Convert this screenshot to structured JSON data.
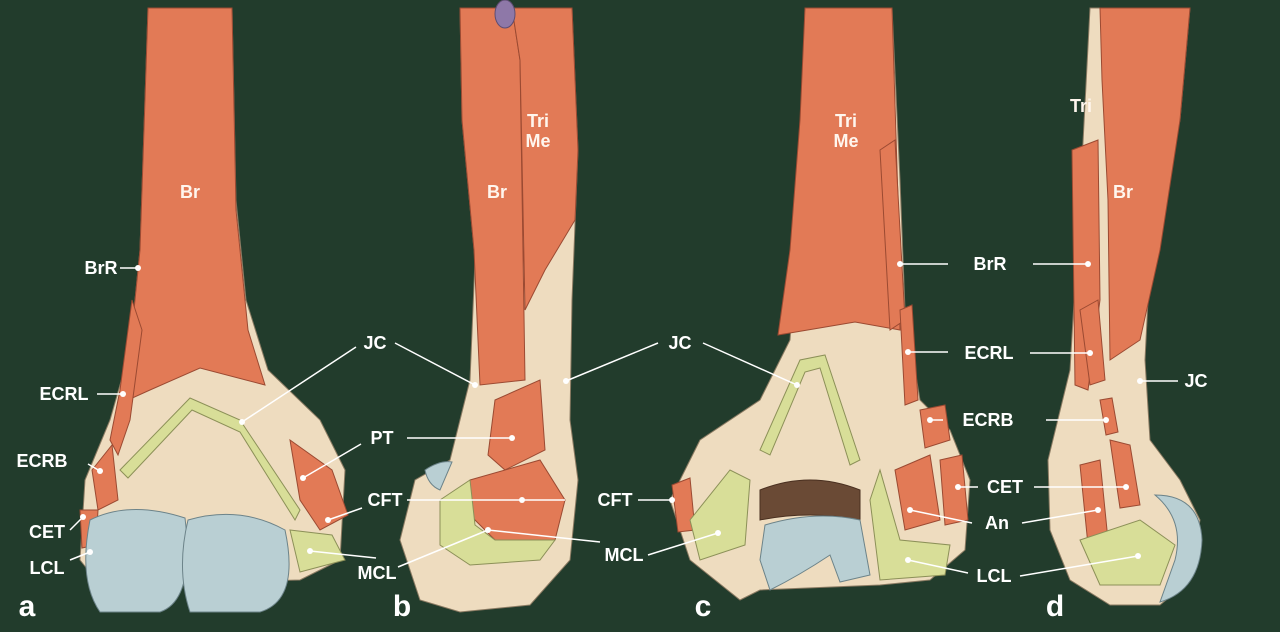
{
  "panels": [
    {
      "letter": "a",
      "labels": {
        "br": "Br",
        "brr": "BrR",
        "ecrl": "ECRL",
        "ecrb": "ECRB",
        "cet": "CET",
        "lcl": "LCL"
      }
    },
    {
      "letter": "b",
      "labels": {
        "tri": "Tri",
        "me": "Me",
        "br": "Br",
        "jc": "JC",
        "pt": "PT",
        "cft": "CFT",
        "mcl": "MCL"
      }
    },
    {
      "letter": "c",
      "labels": {
        "tri": "Tri",
        "me": "Me",
        "jc": "JC",
        "brr": "BrR",
        "ecrl": "ECRL",
        "ecrb": "ECRB",
        "cft": "CFT",
        "mcl": "MCL",
        "cet": "CET",
        "an": "An",
        "lcl": "LCL"
      }
    },
    {
      "letter": "d",
      "labels": {
        "tri": "Tri",
        "br": "Br",
        "jc": "JC"
      }
    }
  ],
  "colors": {
    "background": "#223c2c",
    "muscle": "#e27a56",
    "bone": "#eedcbf",
    "cartilage": "#b9cfd3",
    "ligament": "#d8de98",
    "leader": "#ffffff"
  }
}
